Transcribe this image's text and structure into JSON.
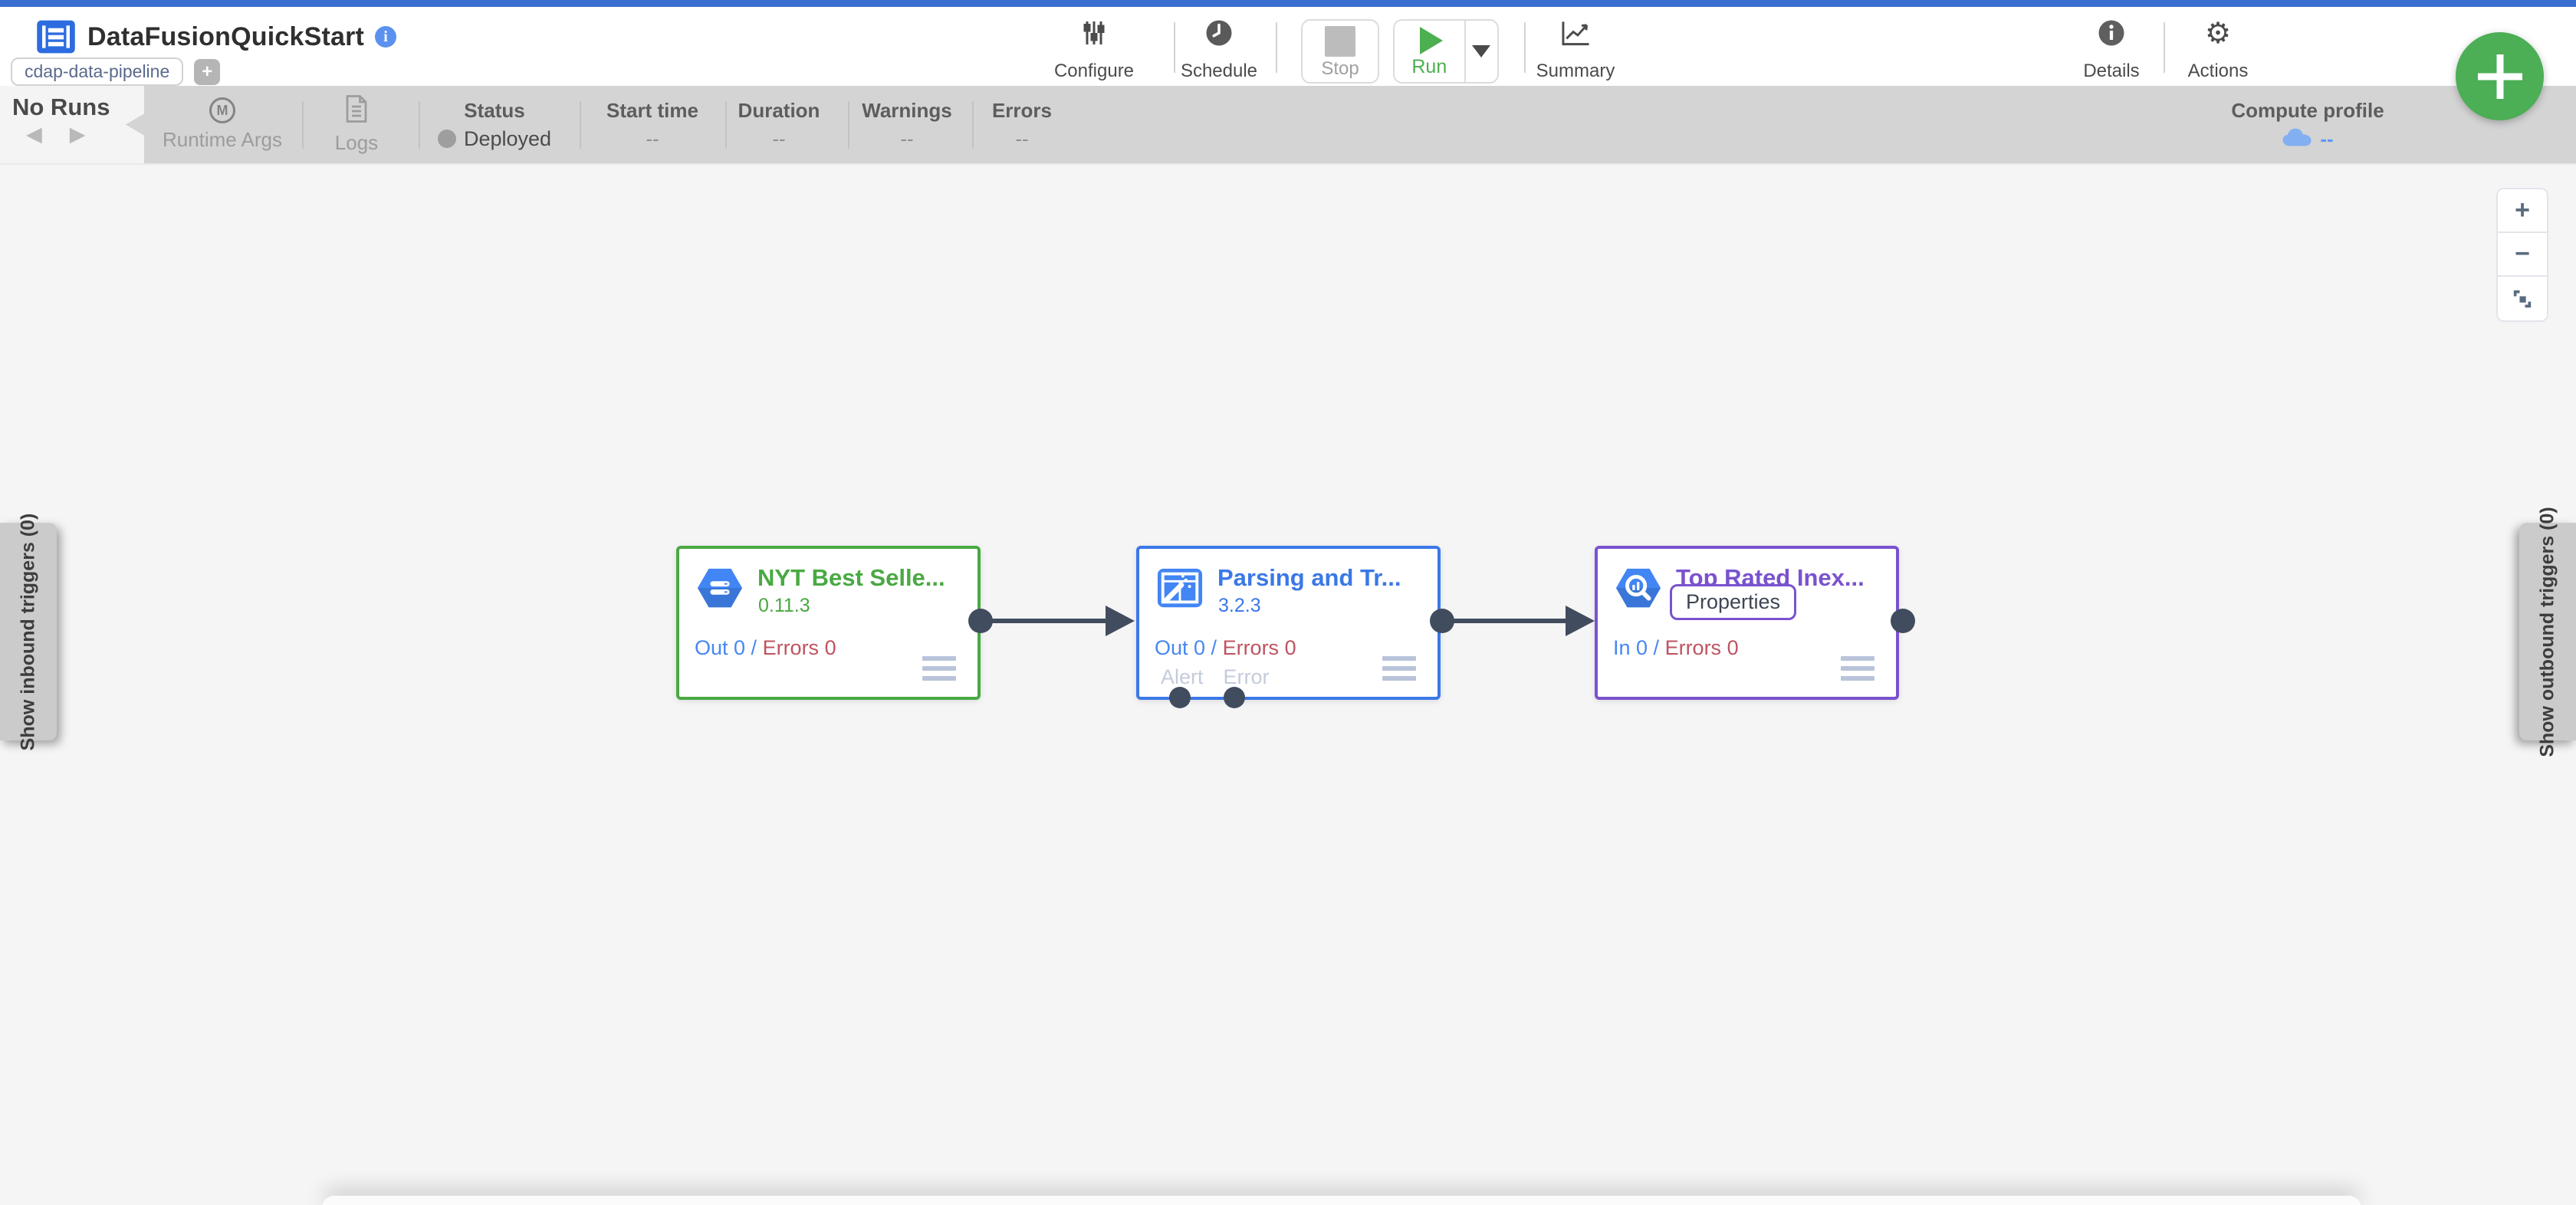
{
  "header": {
    "title": "DataFusionQuickStart",
    "tag": "cdap-data-pipeline",
    "add_tag": "+",
    "toolbar": {
      "configure": "Configure",
      "schedule": "Schedule",
      "stop": "Stop",
      "run": "Run",
      "summary": "Summary",
      "details": "Details",
      "actions": "Actions"
    }
  },
  "runbar": {
    "no_runs": "No Runs",
    "prev": "◀",
    "next": "▶",
    "runtime_args": {
      "icon_letter": "M",
      "label": "Runtime Args"
    },
    "logs": "Logs",
    "stats": [
      {
        "label": "Status",
        "value": "Deployed"
      },
      {
        "label": "Start time",
        "value": "--"
      },
      {
        "label": "Duration",
        "value": "--"
      },
      {
        "label": "Warnings",
        "value": "--"
      },
      {
        "label": "Errors",
        "value": "--"
      }
    ],
    "compute_profile": {
      "label": "Compute profile",
      "value": "--"
    }
  },
  "canvas": {
    "left_tab": "Show inbound triggers (0)",
    "right_tab": "Show outbound triggers (0)",
    "zoom": {
      "in": "+",
      "out": "−"
    },
    "nodes": [
      {
        "title": "NYT Best Selle...",
        "version": "0.11.3",
        "metric_left": "Out 0",
        "metric_sep": " / ",
        "metric_right": "Errors 0"
      },
      {
        "title": "Parsing and Tr...",
        "version": "3.2.3",
        "metric_left": "Out 0",
        "metric_sep": " / ",
        "metric_right": "Errors 0",
        "alert_label": "Alert",
        "error_label": "Error"
      },
      {
        "title": "Top Rated Inex...",
        "button": "Properties",
        "metric_left": "In 0",
        "metric_sep": " / ",
        "metric_right": "Errors 0"
      }
    ],
    "colors": {
      "source": "#49a942",
      "transform": "#3b78e7",
      "sink": "#7a52cf",
      "port": "#414c5e",
      "metric_blue": "#4787f2",
      "metric_red": "#bf5360"
    }
  }
}
